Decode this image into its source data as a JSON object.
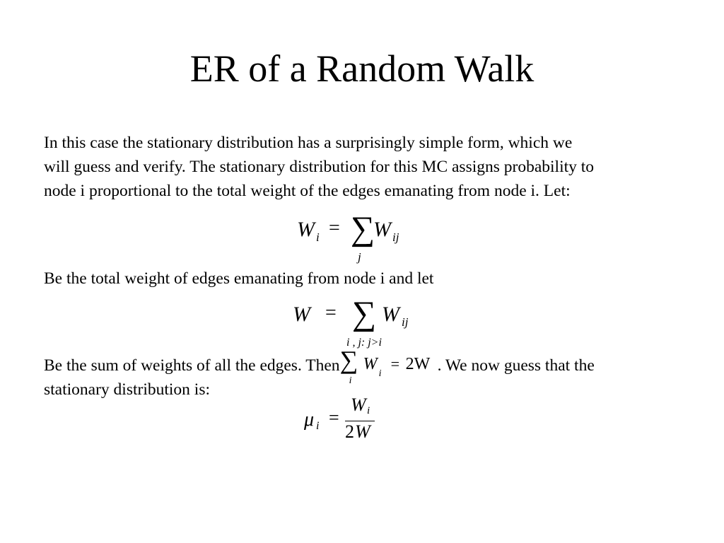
{
  "slide": {
    "title": "ER of a Random Walk",
    "paragraph1": [
      "In this case the stationary distribution has a surprisingly simple form, which we",
      "will guess and verify. The stationary distribution for this MC assigns probability to",
      "node i proportional to the total weight of the edges emanating from node i. Let:"
    ],
    "paragraph2": "Be the total weight of edges emanating from node i and let",
    "paragraph3_before": "Be the sum of weights of all the edges. Then",
    "paragraph3_after": ". We now guess that the",
    "paragraph3_line2": "stationary distribution is:"
  },
  "equations": {
    "eq1": {
      "lhs": "W",
      "lhs_sub": "i",
      "eq": "=",
      "sum": "∑",
      "sum_under": "j",
      "rhs": "W",
      "rhs_sub": "ij"
    },
    "eq2": {
      "lhs": "W",
      "eq": "=",
      "sum": "∑",
      "sum_under": "i , j: j>i",
      "rhs": "W",
      "rhs_sub": "ij"
    },
    "eq3": {
      "sum": "∑",
      "sum_under": "i",
      "term": "W",
      "term_sub": "i",
      "eq": "=",
      "rhs": "2W"
    },
    "eq4": {
      "lhs": "μ",
      "lhs_sub": "i",
      "eq": "=",
      "num": "W",
      "num_sub": "i",
      "den_coef": "2",
      "den_var": "W"
    }
  }
}
